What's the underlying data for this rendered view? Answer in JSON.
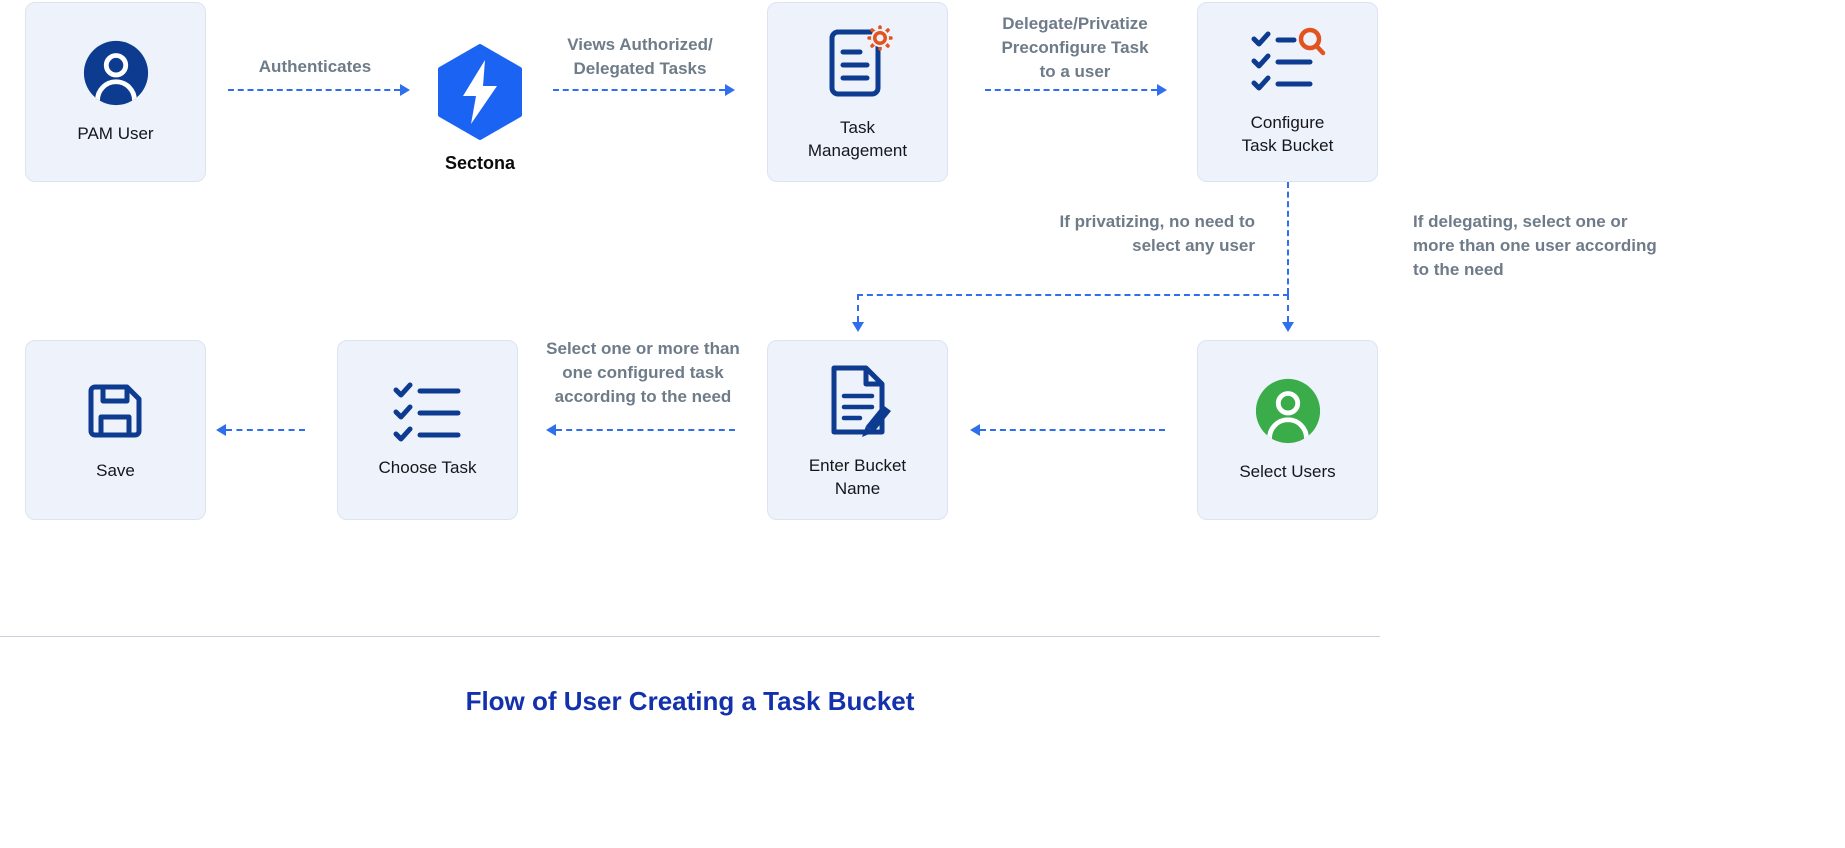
{
  "title": "Flow of User Creating a Task Bucket",
  "nodes": {
    "pam_user": "PAM User",
    "sectona": "Sectona",
    "task_management": "Task\nManagement",
    "configure_task_bucket": "Configure\nTask Bucket",
    "select_users": "Select Users",
    "enter_bucket_name": "Enter Bucket\nName",
    "choose_task": "Choose Task",
    "save": "Save"
  },
  "edge_labels": {
    "authenticates": "Authenticates",
    "views_tasks": "Views Authorized/\nDelegated Tasks",
    "delegate_privatize": "Delegate/Privatize\nPreconfigure Task\nto a user",
    "privatizing_note": "If privatizing, no need to\nselect any user",
    "delegating_note": "If delegating, select one or\nmore than one user according\nto the need",
    "choose_task_note": "Select one or more than\none configured task\naccording to the need"
  },
  "icons": {
    "pam_user": "user-circle-icon",
    "sectona": "sectona-hexagon-bolt-logo",
    "task_management": "document-gear-icon",
    "configure_task_bucket": "checklist-magnifier-icon",
    "select_users": "user-circle-icon",
    "enter_bucket_name": "document-pencil-icon",
    "choose_task": "checklist-icon",
    "save": "floppy-disk-icon"
  },
  "colors": {
    "arrow_blue": "#2F6FED",
    "node_bg": "#EEF2FB",
    "node_border": "#DCE3F2",
    "icon_navy": "#0D3B8F",
    "accent_orange": "#E2531F",
    "user_green": "#3BAC4A",
    "sectona_blue": "#1B63F2",
    "title_blue": "#1431AC",
    "note_gray": "#6E7B88"
  }
}
